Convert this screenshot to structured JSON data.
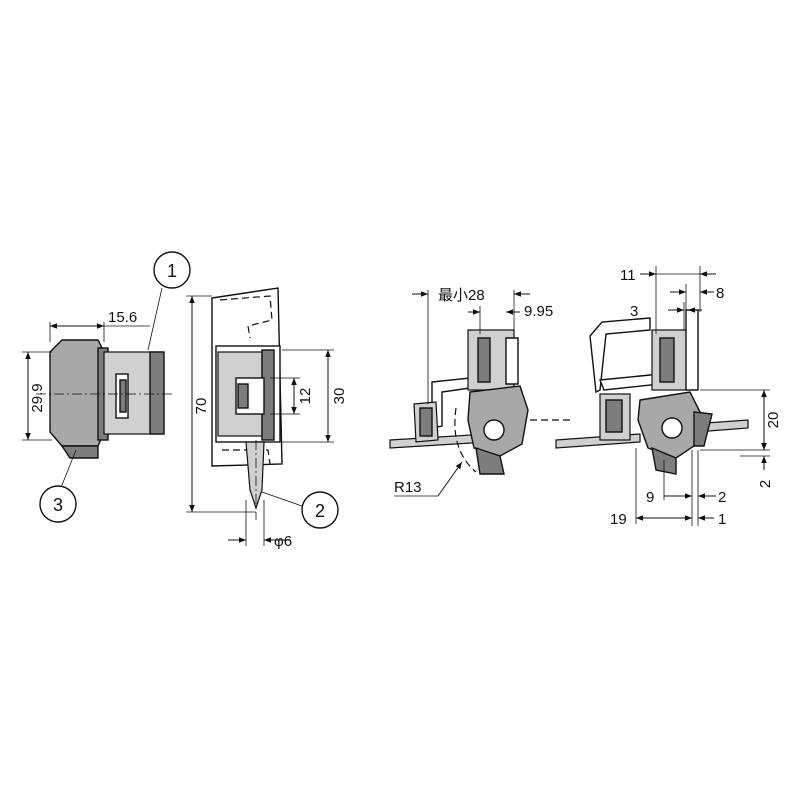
{
  "figure": {
    "callouts": [
      "1",
      "2",
      "3"
    ],
    "front_view": {
      "width": "15.6",
      "height": "29.9"
    },
    "side_view": {
      "total_length": "70",
      "slot": "12",
      "body_height": "30",
      "pin_diameter": "φ6"
    },
    "install_view_1": {
      "min_gap": "最小28",
      "offset": "9.95",
      "radius": "R13"
    },
    "install_view_2": {
      "top_a": "11",
      "top_b": "8",
      "top_c": "3",
      "height": "20",
      "step": "2",
      "bottom_a": "9",
      "bottom_b": "2",
      "bottom_c": "19",
      "bottom_d": "1"
    }
  }
}
